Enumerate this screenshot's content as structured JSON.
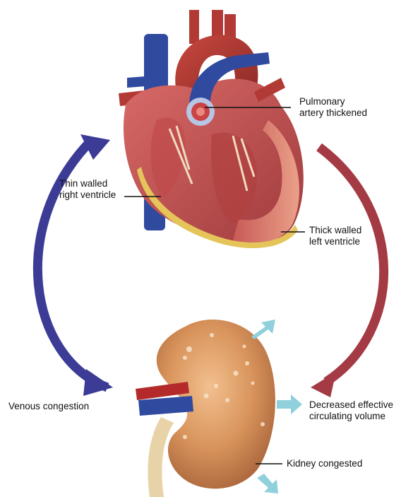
{
  "labels": {
    "pulmonary_artery": "Pulmonary\nartery thickened",
    "right_ventricle": "Thin walled\nright ventricle",
    "left_ventricle": "Thick walled\nleft ventricle",
    "venous_congestion": "Venous congestion",
    "circulating_volume": "Decreased effective\ncirculating volume",
    "kidney": "Kidney congested"
  },
  "colors": {
    "venous_arrow": "#3c3b96",
    "arterial_arrow": "#a33a44",
    "fluid_arrow": "#8fd0dc",
    "leader_line": "#111111"
  }
}
